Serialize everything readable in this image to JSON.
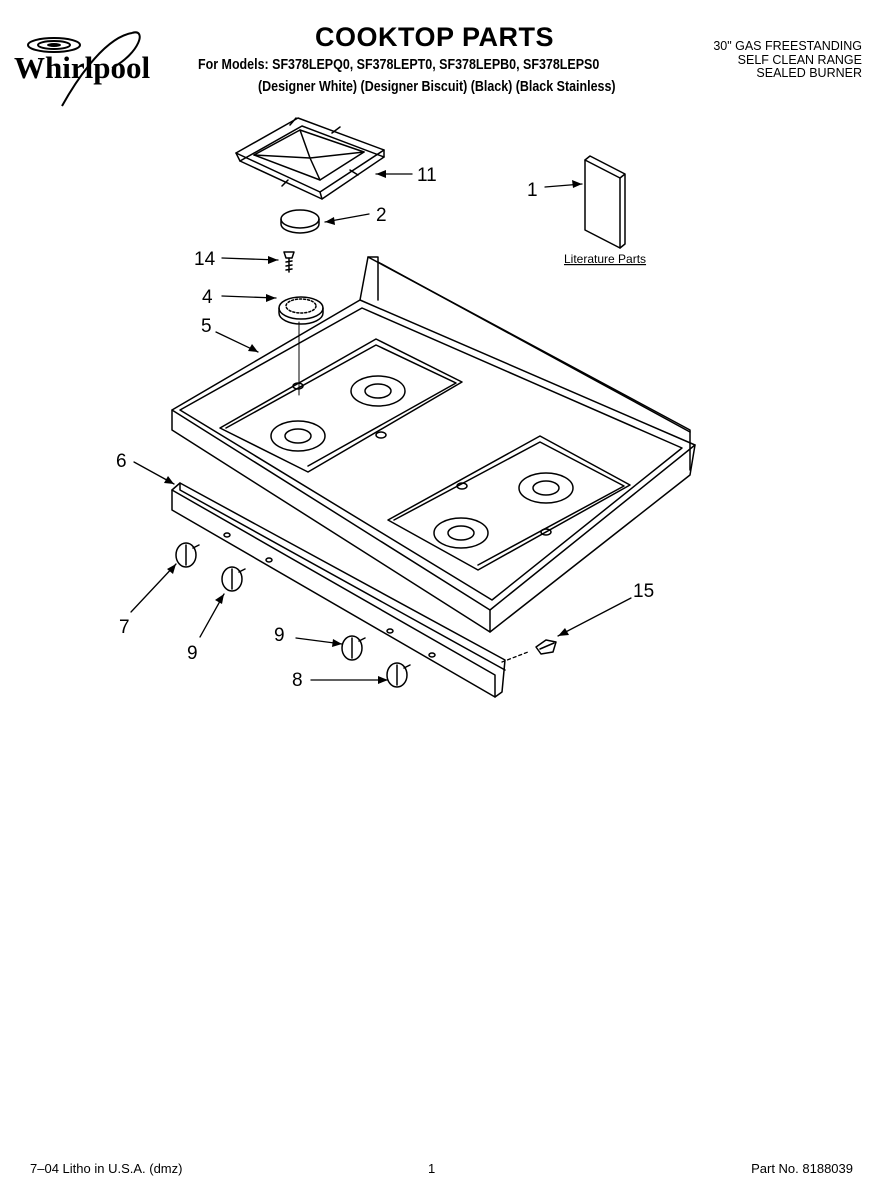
{
  "brand": "Whirlpool",
  "header": {
    "title": "COOKTOP PARTS",
    "models_line": "For Models: SF378LEPQ0, SF378LEPT0, SF378LEPB0, SF378LEPS0",
    "variants_line": "(Designer White) (Designer Biscuit)  (Black) (Black Stainless)",
    "range_desc": [
      "30\" GAS FREESTANDING",
      "SELF CLEAN RANGE",
      "SEALED BURNER"
    ]
  },
  "callouts": [
    "11",
    "2",
    "14",
    "4",
    "5",
    "1",
    "6",
    "7",
    "9",
    "9",
    "8",
    "15"
  ],
  "literature_label": "Literature Parts",
  "footer": {
    "left": "7–04 Litho in U.S.A. (dmz)",
    "center": "1",
    "right": "Part No. 8188039"
  }
}
